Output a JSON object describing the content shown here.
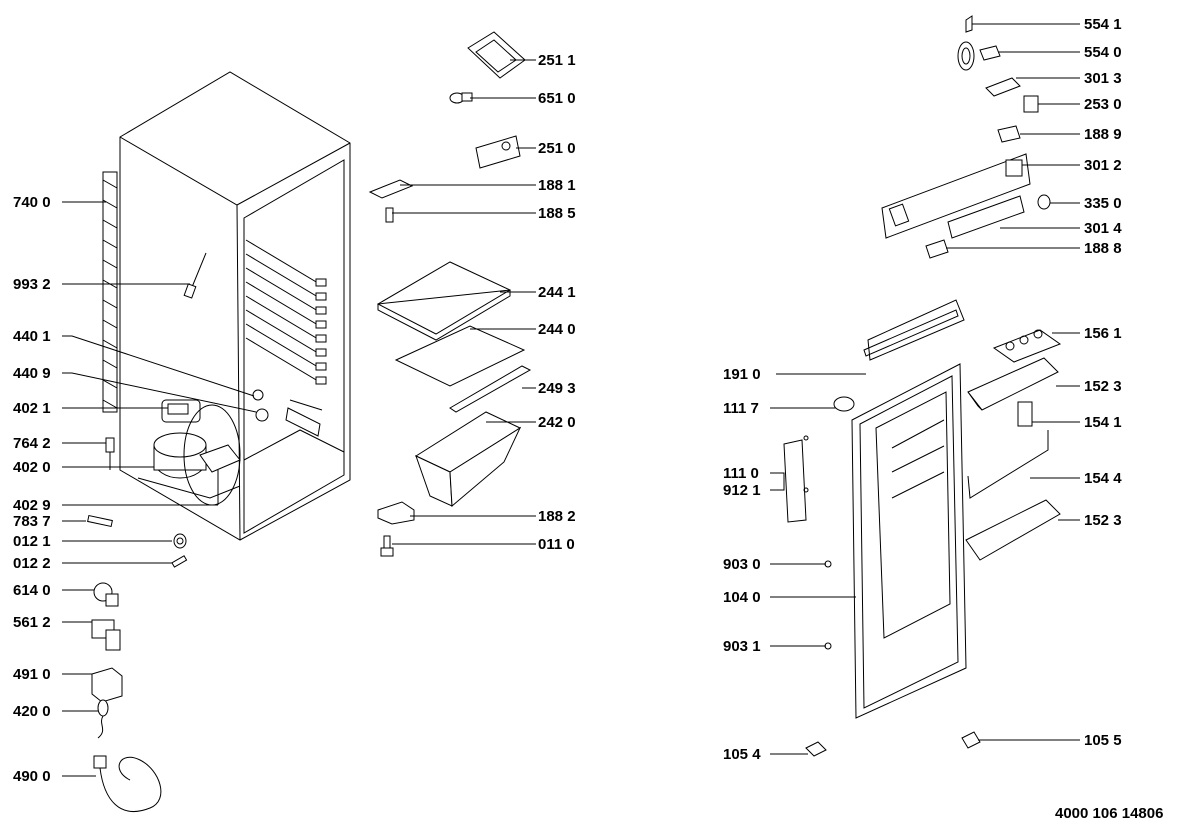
{
  "document_code": "4000 106 14806",
  "left_labels": [
    {
      "id": "740-0",
      "text": "740 0"
    },
    {
      "id": "993-2",
      "text": "993 2"
    },
    {
      "id": "440-1",
      "text": "440 1"
    },
    {
      "id": "440-9",
      "text": "440 9"
    },
    {
      "id": "402-1",
      "text": "402 1"
    },
    {
      "id": "764-2",
      "text": "764 2"
    },
    {
      "id": "402-0",
      "text": "402 0"
    },
    {
      "id": "402-9",
      "text": "402 9"
    },
    {
      "id": "783-7",
      "text": "783 7"
    },
    {
      "id": "012-1",
      "text": "012 1"
    },
    {
      "id": "012-2",
      "text": "012 2"
    },
    {
      "id": "614-0",
      "text": "614 0"
    },
    {
      "id": "561-2",
      "text": "561 2"
    },
    {
      "id": "491-0",
      "text": "491 0"
    },
    {
      "id": "420-0",
      "text": "420 0"
    },
    {
      "id": "490-0",
      "text": "490 0"
    }
  ],
  "middle_labels": [
    {
      "id": "251-1",
      "text": "251 1"
    },
    {
      "id": "651-0",
      "text": "651 0"
    },
    {
      "id": "251-0",
      "text": "251 0"
    },
    {
      "id": "188-1",
      "text": "188 1"
    },
    {
      "id": "188-5",
      "text": "188 5"
    },
    {
      "id": "244-1",
      "text": "244 1"
    },
    {
      "id": "244-0",
      "text": "244 0"
    },
    {
      "id": "249-3",
      "text": "249 3"
    },
    {
      "id": "242-0",
      "text": "242 0"
    },
    {
      "id": "188-2",
      "text": "188 2"
    },
    {
      "id": "011-0",
      "text": "011 0"
    }
  ],
  "right_labels": [
    {
      "id": "554-1",
      "text": "554 1"
    },
    {
      "id": "554-0",
      "text": "554 0"
    },
    {
      "id": "301-3",
      "text": "301 3"
    },
    {
      "id": "253-0",
      "text": "253 0"
    },
    {
      "id": "188-9",
      "text": "188 9"
    },
    {
      "id": "301-2",
      "text": "301 2"
    },
    {
      "id": "335-0",
      "text": "335 0"
    },
    {
      "id": "301-4",
      "text": "301 4"
    },
    {
      "id": "188-8",
      "text": "188 8"
    },
    {
      "id": "156-1",
      "text": "156 1"
    },
    {
      "id": "152-3a",
      "text": "152 3"
    },
    {
      "id": "154-1",
      "text": "154 1"
    },
    {
      "id": "154-4",
      "text": "154 4"
    },
    {
      "id": "152-3b",
      "text": "152 3"
    },
    {
      "id": "105-5",
      "text": "105 5"
    }
  ],
  "door_labels": [
    {
      "id": "191-0",
      "text": "191 0"
    },
    {
      "id": "111-7",
      "text": "111 7"
    },
    {
      "id": "111-0",
      "text": "111 0"
    },
    {
      "id": "912-1",
      "text": "912 1"
    },
    {
      "id": "903-0",
      "text": "903 0"
    },
    {
      "id": "104-0",
      "text": "104 0"
    },
    {
      "id": "903-1",
      "text": "903 1"
    },
    {
      "id": "105-4",
      "text": "105 4"
    }
  ]
}
